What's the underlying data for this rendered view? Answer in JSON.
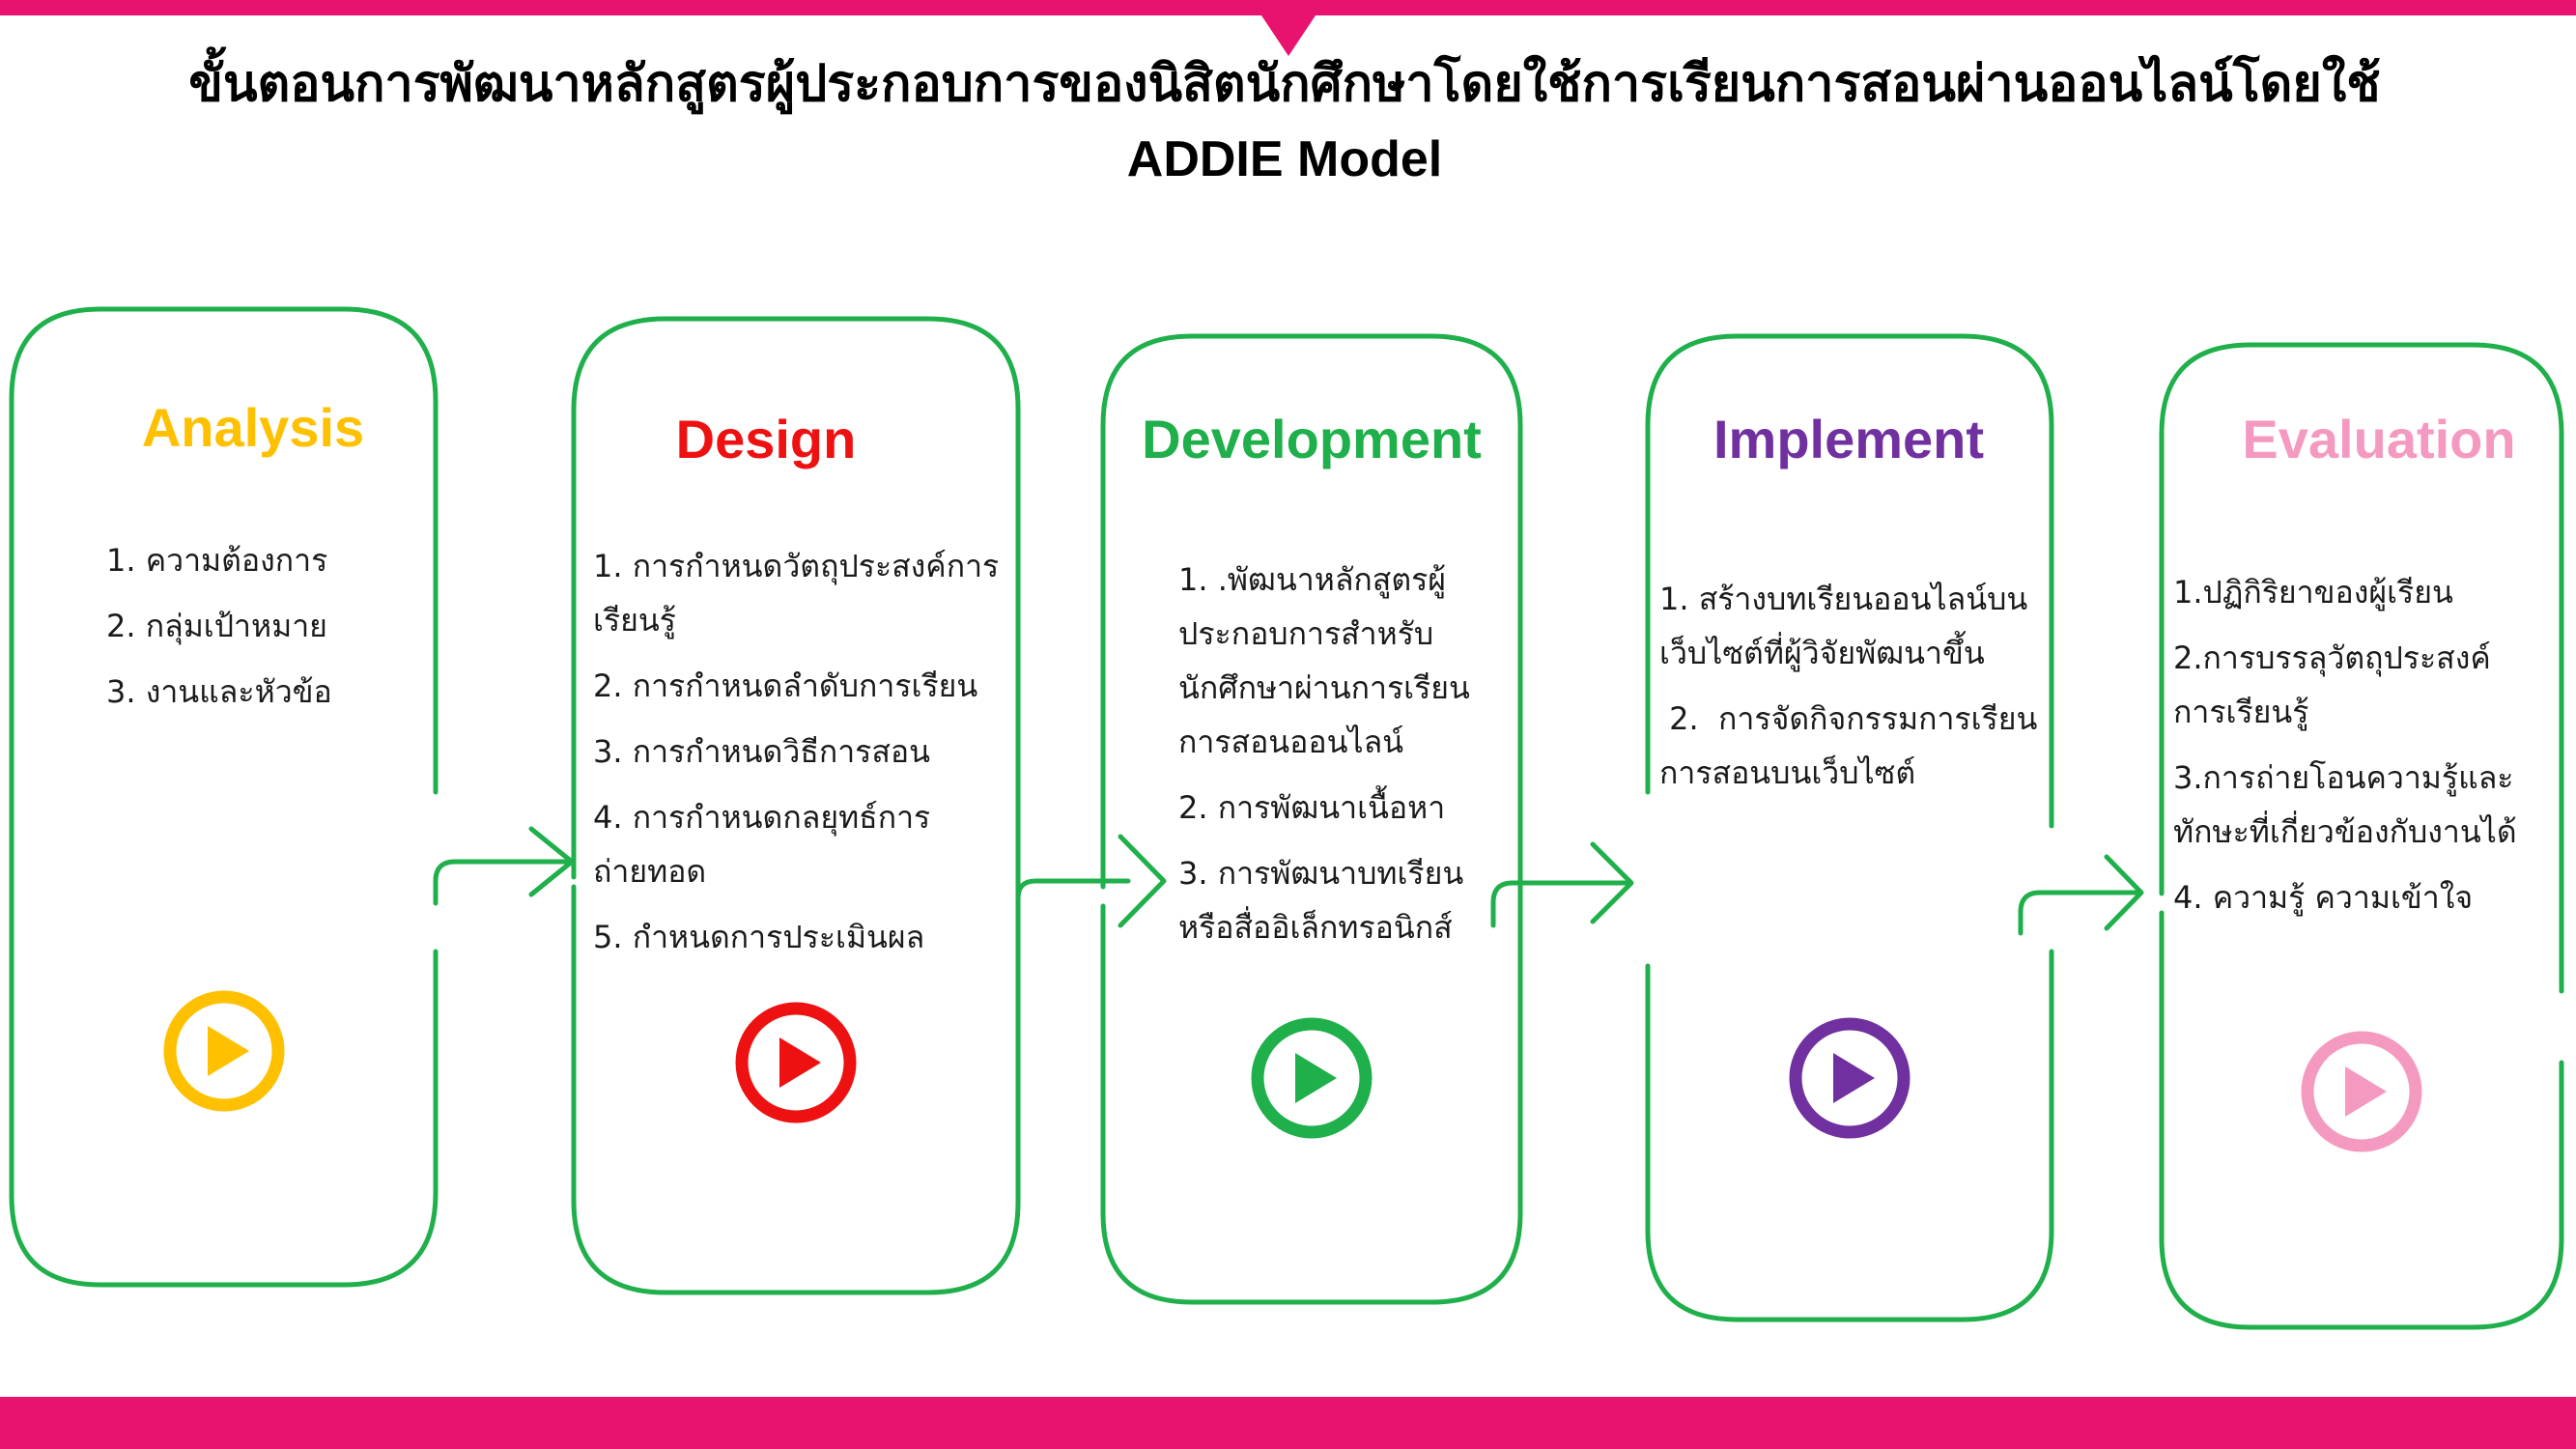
{
  "title": {
    "line1": "ขั้นตอนการพัฒนาหลักสูตรผู้ประกอบการของนิสิตนักศึกษาโดยใช้การเรียนการสอนผ่านออนไลน์โดยใช้",
    "line2": "ADDIE Model"
  },
  "colors": {
    "accent_bar": "#e8136f",
    "frame": "#1faf4b",
    "analysis": "#ffc000",
    "design": "#ee1111",
    "development": "#1faf4b",
    "implement": "#7030a0",
    "evaluation": "#f49ac1"
  },
  "stages": [
    {
      "name": "Analysis",
      "color": "#ffc000",
      "icon": "play-circle-icon",
      "items": [
        "1. ความต้องการ",
        "2. กลุ่มเป้าหมาย",
        "3. งานและหัวข้อ"
      ]
    },
    {
      "name": "Design",
      "color": "#ee1111",
      "icon": "play-circle-icon",
      "items": [
        "1. การกำหนดวัตถุประสงค์การเรียนรู้",
        "2. การกำหนดลำดับการเรียน",
        "3. การกำหนดวิธีการสอน",
        "4. การกำหนดกลยุทธ์การถ่ายทอด",
        "5. กำหนดการประเมินผล"
      ]
    },
    {
      "name": "Development",
      "color": "#1faf4b",
      "icon": "play-circle-icon",
      "items": [
        "1. .พัฒนาหลักสูตรผู้ประกอบการสำหรับนักศึกษาผ่านการเรียนการสอนออนไลน์",
        "2. การพัฒนาเนื้อหา",
        "3. การพัฒนาบทเรียนหรือสื่ออิเล็กทรอนิกส์"
      ]
    },
    {
      "name": "Implement",
      "color": "#7030a0",
      "icon": "play-circle-icon",
      "items": [
        "1. สร้างบทเรียนออนไลน์บนเว็บไซต์ที่ผู้วิจัยพัฒนาขึ้น",
        " 2.  การจัดกิจกรรมการเรียนการสอนบนเว็บไซต์"
      ]
    },
    {
      "name": "Evaluation",
      "color": "#f49ac1",
      "icon": "play-circle-icon",
      "items": [
        "1.ปฏิกิริยาของผู้เรียน",
        "2.การบรรลุวัตถุประสงค์การเรียนรู้",
        "3.การถ่ายโอนความรู้และทักษะที่เกี่ยวข้องกับงานได้",
        "4. ความรู้ ความเข้าใจ"
      ]
    }
  ]
}
